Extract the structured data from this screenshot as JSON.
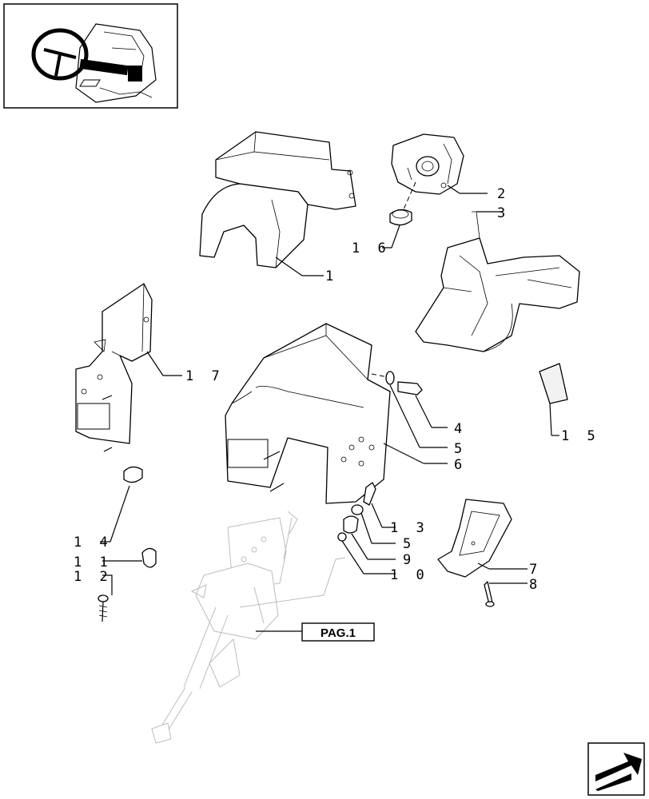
{
  "callouts": [
    {
      "id": "1",
      "text": "1"
    },
    {
      "id": "2",
      "text": "2"
    },
    {
      "id": "3",
      "text": "3"
    },
    {
      "id": "4",
      "text": "4"
    },
    {
      "id": "5a",
      "text": "5"
    },
    {
      "id": "6",
      "text": "6"
    },
    {
      "id": "7",
      "text": "7"
    },
    {
      "id": "8",
      "text": "8"
    },
    {
      "id": "9",
      "text": "9"
    },
    {
      "id": "10",
      "text": "1 0"
    },
    {
      "id": "11",
      "text": "1 1"
    },
    {
      "id": "12",
      "text": "1 2"
    },
    {
      "id": "13",
      "text": "1 3"
    },
    {
      "id": "5b",
      "text": "5"
    },
    {
      "id": "14",
      "text": "1 4"
    },
    {
      "id": "15",
      "text": "1 5"
    },
    {
      "id": "16",
      "text": "1 6"
    },
    {
      "id": "17",
      "text": "1 7"
    }
  ],
  "reference_label": "PAG.1",
  "icons": {
    "thumbnail": "steering-wheel-location-icon",
    "navigation": "next-page-arrow-icon"
  }
}
